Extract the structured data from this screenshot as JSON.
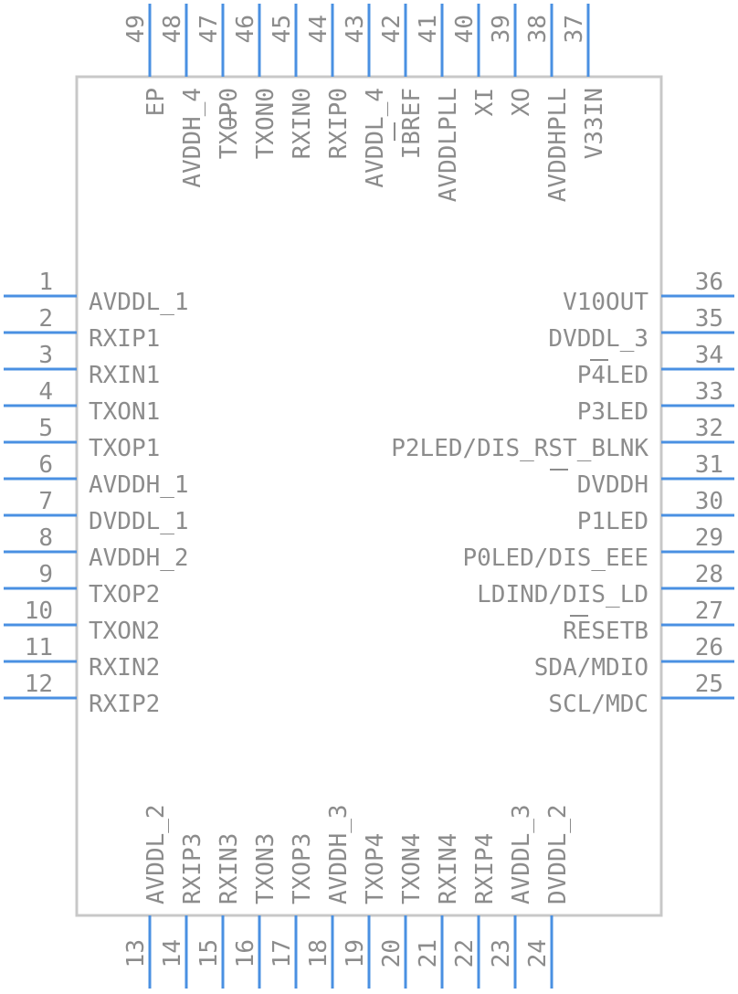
{
  "pins": {
    "left": [
      {
        "num": "1",
        "name": "AVDDL_1"
      },
      {
        "num": "2",
        "name": "RXIP1"
      },
      {
        "num": "3",
        "name": "RXIN1"
      },
      {
        "num": "4",
        "name": "TXON1"
      },
      {
        "num": "5",
        "name": "TXOP1"
      },
      {
        "num": "6",
        "name": "AVDDH_1"
      },
      {
        "num": "7",
        "name": "DVDDL_1"
      },
      {
        "num": "8",
        "name": "AVDDH_2"
      },
      {
        "num": "9",
        "name": "TXOP2"
      },
      {
        "num": "10",
        "name": "TXON2"
      },
      {
        "num": "11",
        "name": "RXIN2"
      },
      {
        "num": "12",
        "name": "RXIP2"
      }
    ],
    "bottom": [
      {
        "num": "13",
        "name": "AVDDL_2"
      },
      {
        "num": "14",
        "name": "RXIP3"
      },
      {
        "num": "15",
        "name": "RXIN3"
      },
      {
        "num": "16",
        "name": "TXON3"
      },
      {
        "num": "17",
        "name": "TXOP3"
      },
      {
        "num": "18",
        "name": "AVDDH_3"
      },
      {
        "num": "19",
        "name": "TXOP4"
      },
      {
        "num": "20",
        "name": "TXON4"
      },
      {
        "num": "21",
        "name": "RXIN4"
      },
      {
        "num": "22",
        "name": "RXIP4"
      },
      {
        "num": "23",
        "name": "AVDDL_3"
      },
      {
        "num": "24",
        "name": "DVDDL_2"
      }
    ],
    "right": [
      {
        "num": "25",
        "name": "SCL/MDC"
      },
      {
        "num": "26",
        "name": "SDA/MDIO"
      },
      {
        "num": "27",
        "name": "RESETB"
      },
      {
        "num": "28",
        "name": "LDIND/DIS_LD"
      },
      {
        "num": "29",
        "name": "P0LED/DIS_EEE"
      },
      {
        "num": "30",
        "name": "P1LED"
      },
      {
        "num": "31",
        "name": "DVDDH"
      },
      {
        "num": "32",
        "name": "P2LED/DIS_RST_BLNK"
      },
      {
        "num": "33",
        "name": "P3LED"
      },
      {
        "num": "34",
        "name": "P4LED"
      },
      {
        "num": "35",
        "name": "DVDDL_3"
      },
      {
        "num": "36",
        "name": "V10OUT"
      }
    ],
    "top": [
      {
        "num": "37",
        "name": "V33IN"
      },
      {
        "num": "38",
        "name": "AVDDHPLL"
      },
      {
        "num": "39",
        "name": "XO"
      },
      {
        "num": "40",
        "name": "XI"
      },
      {
        "num": "41",
        "name": "AVDDLPLL"
      },
      {
        "num": "42",
        "name": "IBREF"
      },
      {
        "num": "43",
        "name": "AVDDL_4"
      },
      {
        "num": "44",
        "name": "RXIP0"
      },
      {
        "num": "45",
        "name": "RXIN0"
      },
      {
        "num": "46",
        "name": "TXON0"
      },
      {
        "num": "47",
        "name": "TXOP0"
      },
      {
        "num": "48",
        "name": "AVDDH_4"
      },
      {
        "num": "49",
        "name": "EP"
      }
    ]
  }
}
